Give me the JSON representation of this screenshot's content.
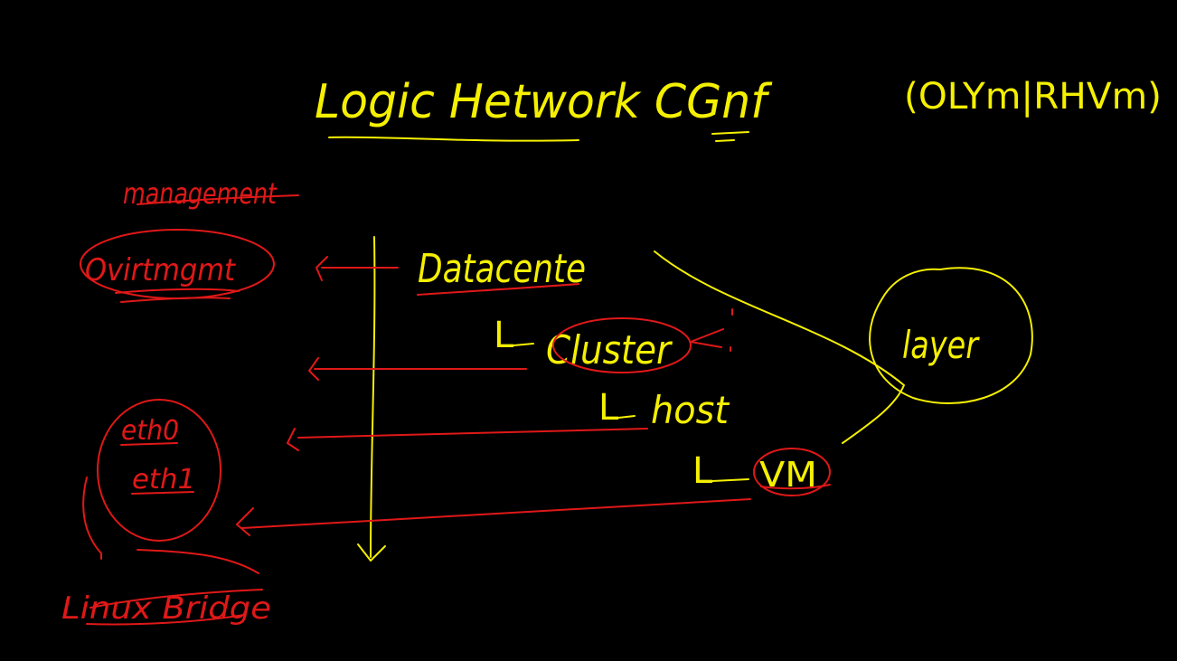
{
  "colors": {
    "background": "#000000",
    "yellow_ink": "#f5f000",
    "red_ink": "#e01818"
  },
  "title": "Logic Hetwork CGnf",
  "subtitle": "(OLYm|RHVm)",
  "left": {
    "heading": "management",
    "ovirtmgmt": "Ovirtmgmt",
    "nic_1": "eth0",
    "nic_2": "eth1",
    "bridge": "Linux Bridge"
  },
  "hierarchy": {
    "datacenter": "Datacente",
    "cluster": "Cluster",
    "host": "host",
    "vm": "VM",
    "branch_marker": "L"
  },
  "layer_label": "layer"
}
